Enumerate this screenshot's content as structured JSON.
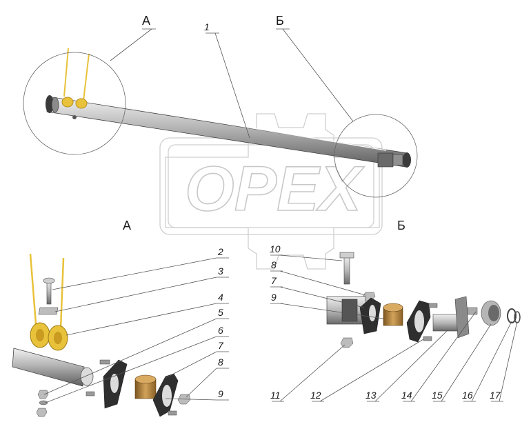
{
  "views": {
    "top_a": "А",
    "top_b": "Б",
    "detail_a": "А",
    "detail_b": "Б"
  },
  "watermark": {
    "logo_text": "OPEX",
    "color": "#cfcfcf"
  },
  "callouts": [
    "1",
    "2",
    "3",
    "4",
    "5",
    "6",
    "7",
    "8",
    "9",
    "10",
    "8",
    "7",
    "9",
    "11",
    "12",
    "13",
    "14",
    "15",
    "16",
    "17"
  ],
  "colors": {
    "spring": "#e8c23a",
    "bushing": "#b98a3c",
    "steel": "#a9a9a9",
    "dark": "#3a3a3a"
  }
}
